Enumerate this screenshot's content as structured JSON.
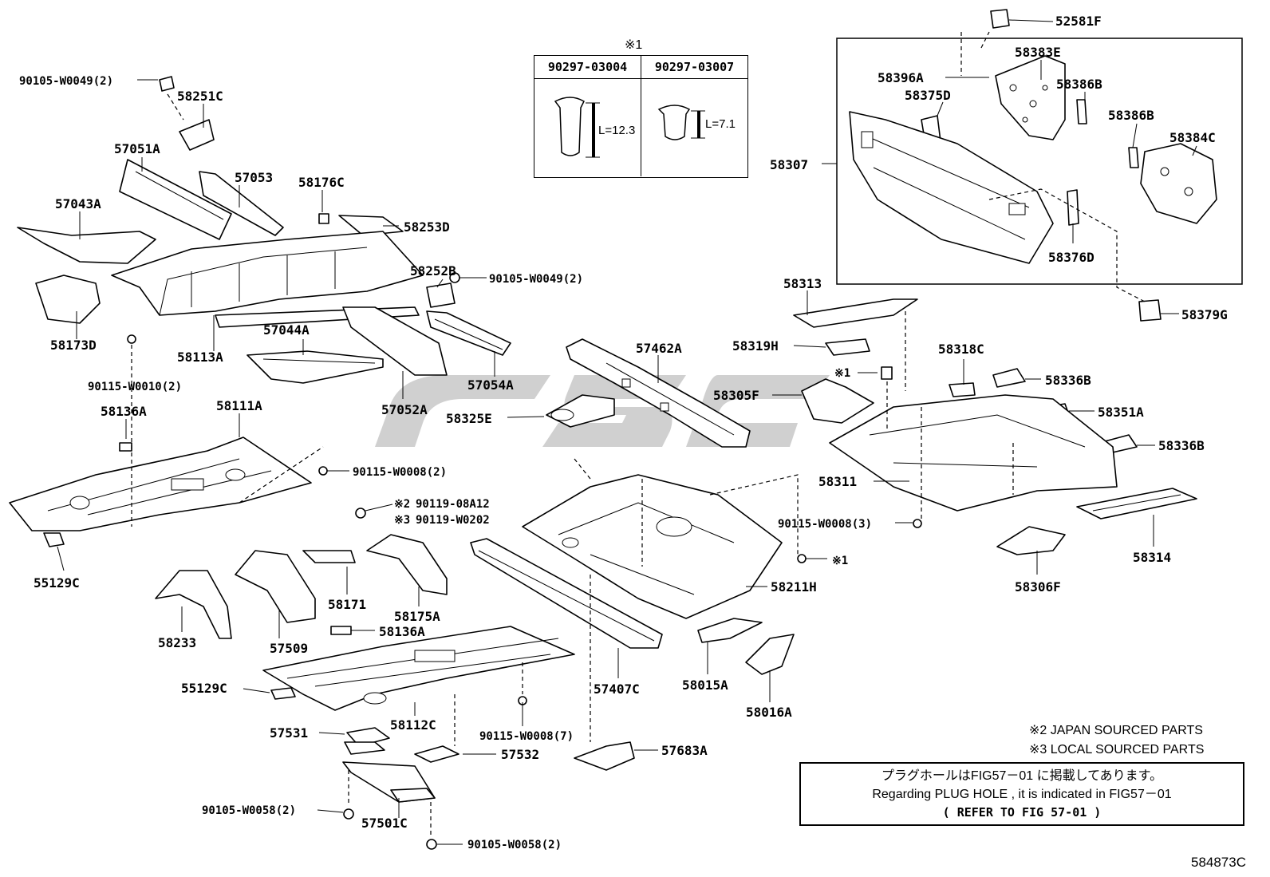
{
  "figure_number": "584873C",
  "kit_box": {
    "note_mark": "※1",
    "columns": [
      {
        "part_no": "90297-03004",
        "length": "L=12.3"
      },
      {
        "part_no": "90297-03007",
        "length": "L=7.1"
      }
    ]
  },
  "notes": {
    "japan": "※2 JAPAN SOURCED PARTS",
    "local": "※3 LOCAL SOURCED PARTS"
  },
  "info_box": {
    "line_jp": "プラグホールはFIG57－01 に掲載してあります。",
    "line_en": "Regarding PLUG HOLE , it is indicated in FIG57－01",
    "line_ref": "( REFER TO FIG 57-01 )"
  },
  "labels": {
    "p_90105_w0049_a": "90105-W0049(2)",
    "p_58251c": "58251C",
    "p_57051a": "57051A",
    "p_57053": "57053",
    "p_58176c": "58176C",
    "p_57043a": "57043A",
    "p_58253d": "58253D",
    "p_58252b": "58252B",
    "p_90105_w0049_b": "90105-W0049(2)",
    "p_58173d": "58173D",
    "p_58113a": "58113A",
    "p_57044a": "57044A",
    "p_90115_w0010": "90115-W0010(2)",
    "p_57052a": "57052A",
    "p_57054a": "57054A",
    "p_58136a_1": "58136A",
    "p_58111a": "58111A",
    "p_90115_w0008_2": "90115-W0008(2)",
    "p_55129c_1": "55129C",
    "p_90119_08a12": "90119-08A12",
    "p_90119_w0202": "90119-W0202",
    "mark2": "※2",
    "mark3": "※3",
    "p_58171": "58171",
    "p_58175a": "58175A",
    "p_58233": "58233",
    "p_57509": "57509",
    "p_58136a_2": "58136A",
    "p_55129c_2": "55129C",
    "p_58112c": "58112C",
    "p_57531": "57531",
    "p_90115_w0008_7": "90115-W0008(7)",
    "p_57532": "57532",
    "p_90105_w0058_a": "90105-W0058(2)",
    "p_57501c": "57501C",
    "p_90105_w0058_b": "90105-W0058(2)",
    "p_57683a": "57683A",
    "p_57407c": "57407C",
    "p_58015a": "58015A",
    "p_58016a": "58016A",
    "p_58211h": "58211H",
    "mark1": "※1",
    "p_90115_w0008_3": "90115-W0008(3)",
    "p_57462a": "57462A",
    "p_58325e": "58325E",
    "p_58305f": "58305F",
    "mark1b": "※1",
    "p_58319h": "58319H",
    "p_58313": "58313",
    "p_58318c": "58318C",
    "p_58336b_1": "58336B",
    "p_58351a": "58351A",
    "p_58336b_2": "58336B",
    "p_58311": "58311",
    "p_58314": "58314",
    "p_58306f": "58306F",
    "p_52581f": "52581F",
    "p_58383e": "58383E",
    "p_58396a": "58396A",
    "p_58386b_1": "58386B",
    "p_58375d": "58375D",
    "p_58386b_2": "58386B",
    "p_58384c": "58384C",
    "p_58307": "58307",
    "p_58376d": "58376D",
    "p_58379g": "58379G"
  }
}
